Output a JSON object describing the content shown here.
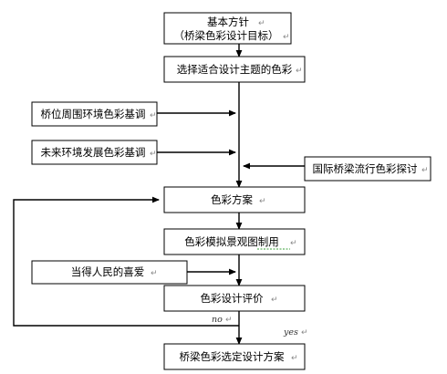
{
  "nodes": {
    "policy": {
      "line1": "基本方针",
      "line2": "（桥梁色彩设计目标）"
    },
    "theme": {
      "label": "选择适合设计主题的色彩"
    },
    "surrounding": {
      "label": "桥位周围环境色彩基调"
    },
    "future": {
      "label": "未来环境发展色彩基调"
    },
    "international": {
      "label": "国际桥梁流行色彩探讨"
    },
    "scheme": {
      "label": "色彩方案"
    },
    "simulation": {
      "label": "色彩模拟景观图制用"
    },
    "people": {
      "label": "当得人民的喜爱"
    },
    "evaluation": {
      "label": "色彩设计评价"
    },
    "final": {
      "label": "桥梁色彩选定设计方案"
    }
  },
  "edge_labels": {
    "no": "no",
    "yes": "yes"
  }
}
